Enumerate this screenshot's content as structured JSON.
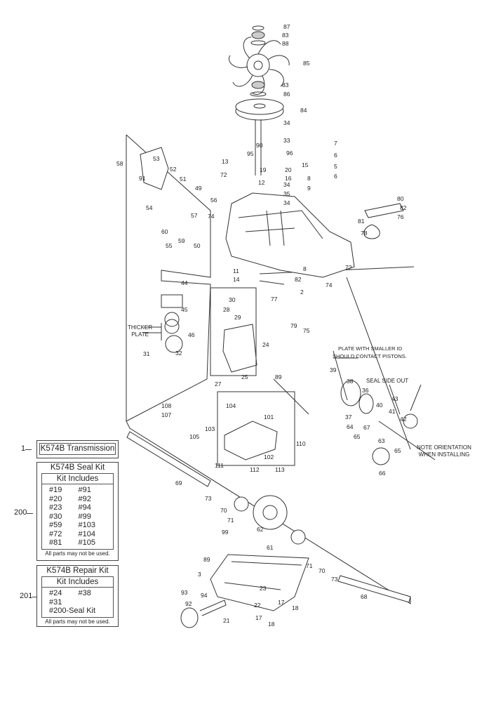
{
  "kits": {
    "transmission": {
      "ref": "1",
      "title": "K574B Transmission"
    },
    "seal_kit": {
      "ref": "200",
      "title": "K574B Seal Kit",
      "subtitle": "Kit Includes",
      "items": [
        "#19",
        "#91",
        "#20",
        "#92",
        "#23",
        "#94",
        "#30",
        "#99",
        "#59",
        "#103",
        "#72",
        "#104",
        "#81",
        "#105"
      ],
      "note": "All parts may not be used."
    },
    "repair_kit": {
      "ref": "201",
      "title": "K574B Repair Kit",
      "subtitle": "Kit Includes",
      "items": [
        "#24",
        "#38",
        "#31",
        "",
        "#200-Seal Kit",
        ""
      ],
      "note": "All parts may not be used."
    }
  },
  "annotations": {
    "thicker_plate": [
      "THICKER",
      "PLATE"
    ],
    "plate_smaller_id": [
      "PLATE WITH SMALLER ID",
      "SHOULD CONTACT PISTONS."
    ],
    "seal_side_out": "SEAL SIDE OUT",
    "note_orientation": [
      "NOTE ORIENTATION",
      "WHEN INSTALLING"
    ]
  },
  "callouts": [
    "87",
    "83",
    "88",
    "85",
    "83",
    "86",
    "84",
    "34",
    "33",
    "90",
    "95",
    "96",
    "7",
    "6",
    "5",
    "6",
    "13",
    "19",
    "20",
    "15",
    "16",
    "8",
    "9",
    "12",
    "34",
    "35",
    "34",
    "58",
    "53",
    "52",
    "91",
    "51",
    "49",
    "72",
    "56",
    "74",
    "54",
    "57",
    "60",
    "55",
    "59",
    "50",
    "80",
    "82",
    "76",
    "81",
    "78",
    "8",
    "11",
    "14",
    "82",
    "72",
    "74",
    "2",
    "77",
    "44",
    "45",
    "46",
    "32",
    "31",
    "30",
    "28",
    "29",
    "24",
    "79",
    "75",
    "25",
    "89",
    "27",
    "39",
    "38",
    "36",
    "37",
    "40",
    "41",
    "43",
    "42",
    "64",
    "65",
    "67",
    "63",
    "65",
    "66",
    "104",
    "101",
    "110",
    "102",
    "108",
    "107",
    "103",
    "105",
    "111",
    "112",
    "113",
    "69",
    "73",
    "70",
    "71",
    "62",
    "61",
    "99",
    "89",
    "3",
    "71",
    "70",
    "73",
    "68",
    "93",
    "92",
    "94",
    "23",
    "22",
    "17",
    "18",
    "21",
    "17",
    "18"
  ]
}
